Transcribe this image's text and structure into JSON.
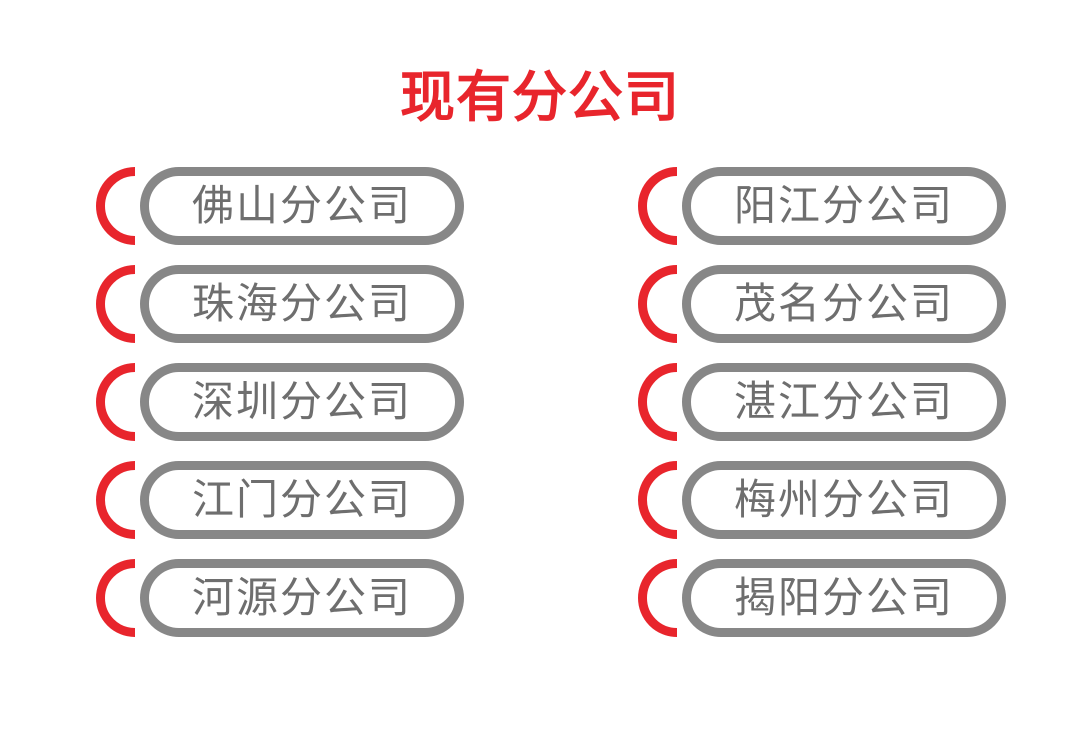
{
  "slide": {
    "title": "现有分公司",
    "background_color": "#FFFFFF",
    "title_color": "#E8252C",
    "pill_outline_color": "#878787",
    "arc_color": "#E8252C",
    "label_color": "#6E6E6E"
  },
  "columns": [
    {
      "name": "left-column",
      "items": [
        {
          "label": "佛山分公司",
          "icon": "c-arc-icon"
        },
        {
          "label": "珠海分公司",
          "icon": "c-arc-icon"
        },
        {
          "label": "深圳分公司",
          "icon": "c-arc-icon"
        },
        {
          "label": "江门分公司",
          "icon": "c-arc-icon"
        },
        {
          "label": "河源分公司",
          "icon": "c-arc-icon"
        }
      ]
    },
    {
      "name": "right-column",
      "items": [
        {
          "label": "阳江分公司",
          "icon": "c-arc-icon"
        },
        {
          "label": "茂名分公司",
          "icon": "c-arc-icon"
        },
        {
          "label": "湛江分公司",
          "icon": "c-arc-icon"
        },
        {
          "label": "梅州分公司",
          "icon": "c-arc-icon"
        },
        {
          "label": "揭阳分公司",
          "icon": "c-arc-icon"
        }
      ]
    }
  ]
}
